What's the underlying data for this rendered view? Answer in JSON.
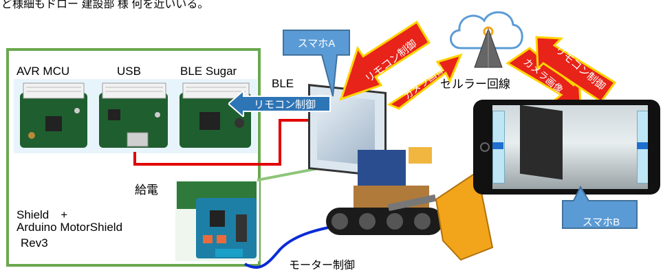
{
  "header": {
    "caption_fragment": "ど様細もドロー 建設部 様 何を近いいる。"
  },
  "boards": {
    "avr": "AVR MCU",
    "usb": "USB",
    "ble_sugar": "BLE Sugar"
  },
  "labels": {
    "ble": "BLE",
    "power": "給電",
    "shield_line1": "Shield　+",
    "shield_line2": "Arduino MotorShield",
    "shield_line3": "Rev3",
    "motor_control": "モーター制御",
    "cellular": "セルラー回線"
  },
  "callouts": {
    "phone_a": "スマホA",
    "phone_b": "スマホB"
  },
  "arrows": {
    "remote_ble": "リモコン制御",
    "remote_a": "リモコン制御",
    "camera_a": "カメラ画像",
    "remote_b": "リモコン制御",
    "camera_b": "カメラ画像"
  },
  "colors": {
    "green_frame": "#6aa84f",
    "callout_blue": "#5b9bd5",
    "arrow_red": "#e8231a",
    "arrow_yellow": "#ffd400",
    "ble_arrow": "#2e75b6",
    "red_wire": "#e00000",
    "blue_wire": "#0a2bd6",
    "green_line": "#8fc57a",
    "bulldozer_orange": "#f2a51a",
    "board_green": "#1f5e2e"
  }
}
